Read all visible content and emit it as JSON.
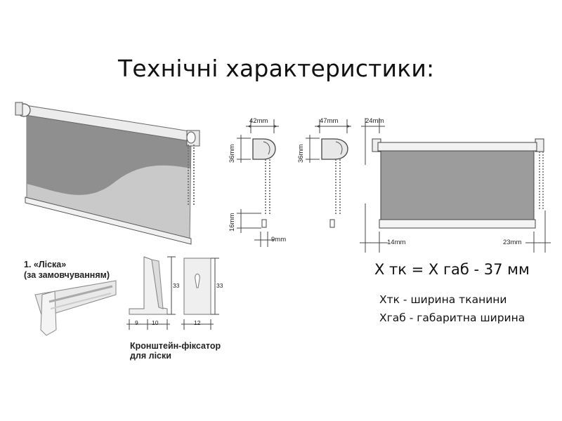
{
  "title": "Технічні характеристики:",
  "dimensions": {
    "width_42": "42mm",
    "width_47": "47mm",
    "height_36_a": "36mm",
    "height_36_b": "36mm",
    "chain_16": "16mm",
    "chain_9": "9mm",
    "offset_24": "24mm",
    "offset_14": "14mm",
    "offset_23": "23mm",
    "bracket_33_a": "33",
    "bracket_33_b": "33",
    "bracket_9": "9",
    "bracket_10": "10",
    "bracket_12": "12"
  },
  "rod_label": {
    "line1": "1. «Ліска»",
    "line2": "(за замовчуванням)"
  },
  "bracket_caption": {
    "line1": "Кронштейн-фіксатор",
    "line2": "для ліски"
  },
  "formula": "Х тк = Х габ - 37 мм",
  "legend": [
    "Хтк - ширина тканини",
    "Хгаб - габаритна ширина"
  ],
  "colors": {
    "fabric": "#9a9a9a",
    "fabric_light": "#c4c4c4",
    "line": "#444444"
  }
}
